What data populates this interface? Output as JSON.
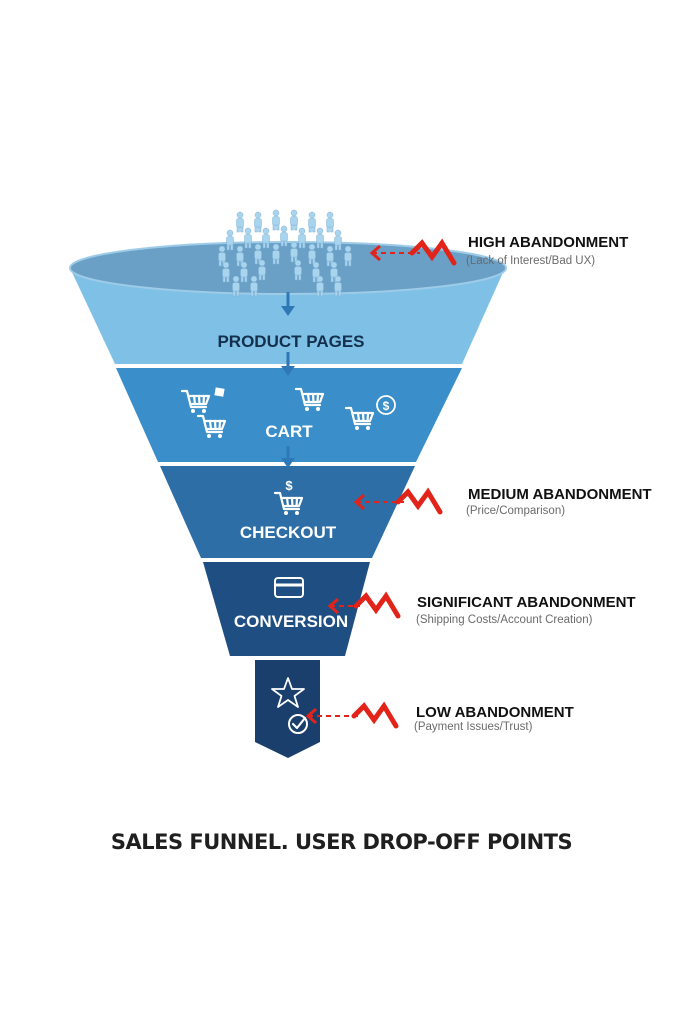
{
  "funnel": {
    "stages": [
      {
        "label": "PRODUCT PAGES"
      },
      {
        "label": "CART"
      },
      {
        "label": "CHECKOUT"
      },
      {
        "label": "CONVERSION"
      }
    ],
    "colors": {
      "top": "#6fa8d0",
      "product_pages": "#7fc0e6",
      "cart": "#3a8fca",
      "checkout": "#2d6ea6",
      "conversion": "#1f4f82",
      "stem": "#1a3f6c",
      "arrow": "#2e78b7",
      "accent_red": "#e2231a"
    },
    "icons": [
      "people-crowd-icon",
      "cart-icon",
      "dollar-icon",
      "card-icon",
      "star-icon",
      "check-icon"
    ]
  },
  "annotations": [
    {
      "title": "HIGH ABANDONMENT",
      "subtitle": "(Lack of Interest/Bad UX)"
    },
    {
      "title": "MEDIUM ABANDONMENT",
      "subtitle": "(Price/Comparison)"
    },
    {
      "title": "SIGNIFICANT ABANDONMENT",
      "subtitle": "(Shipping Costs/Account Creation)"
    },
    {
      "title": "LOW ABANDONMENT",
      "subtitle": "(Payment Issues/Trust)"
    }
  ],
  "caption": "SALES FUNNEL. USER DROP-OFF POINTS"
}
